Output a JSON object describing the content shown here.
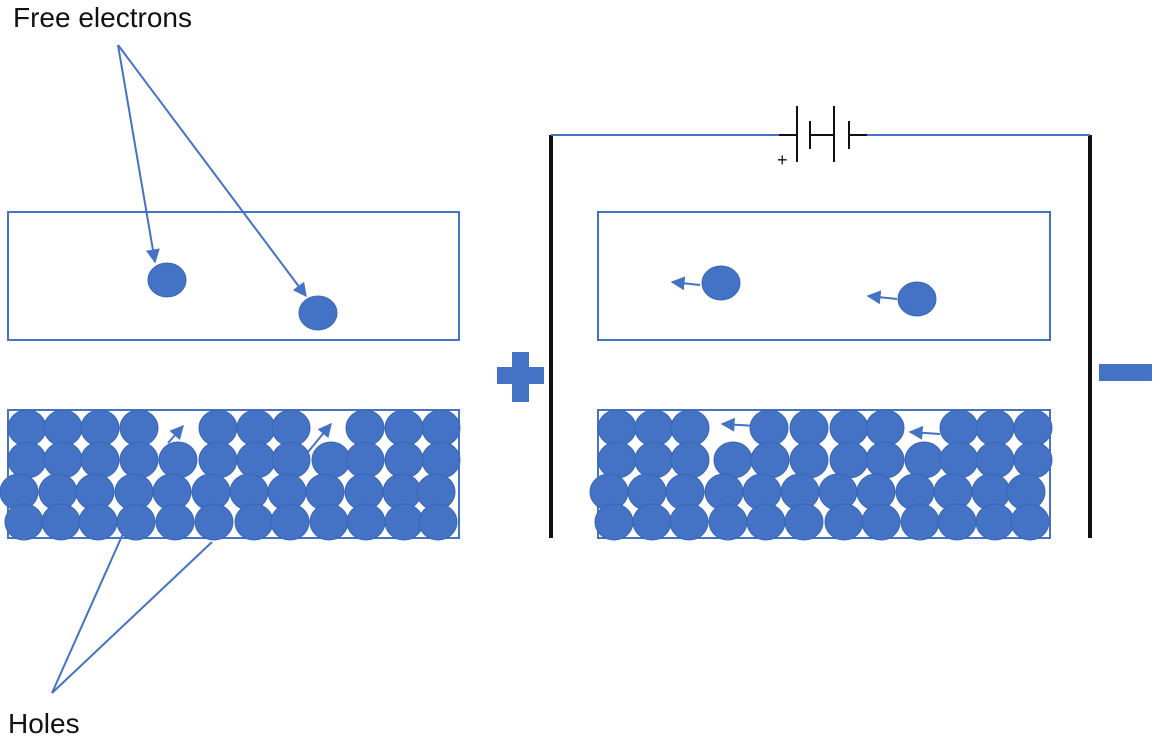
{
  "labels": {
    "free_electrons": "Free electrons",
    "holes": "Holes",
    "battery_plus": "+"
  },
  "colors": {
    "particle": "#4472C4",
    "particle_edge": "#3A66B5",
    "box": "#4472C4",
    "arrow": "#4472C4",
    "wire": "#4472C4",
    "electrode": "#111111"
  },
  "terminals": {
    "positive": "plus-sign",
    "negative": "minus-sign"
  }
}
